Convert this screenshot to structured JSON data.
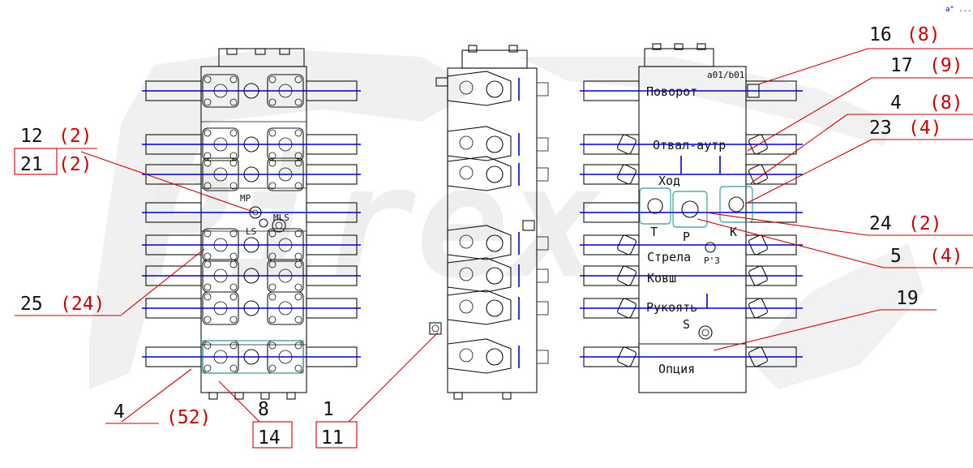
{
  "watermark": {
    "text": "Pirex"
  },
  "corner_mark": "a° ...",
  "left_view": {
    "labels": [
      "MP",
      "LS",
      "MLS"
    ],
    "callouts": [
      {
        "num": "12",
        "qty": "(2)"
      },
      {
        "num": "21",
        "qty": "(2)"
      },
      {
        "num": "25",
        "qty": "(24)"
      },
      {
        "num": "4",
        "qty": "(52)"
      },
      {
        "num": "8",
        "qty": ""
      },
      {
        "num": "14",
        "qty": ""
      }
    ]
  },
  "middle_view": {
    "callouts": [
      {
        "num": "1",
        "qty": ""
      },
      {
        "num": "11",
        "qty": ""
      }
    ]
  },
  "right_view": {
    "section_labels": [
      "Поворот",
      "Отвал-аутр",
      "Ход",
      "Стрела",
      "Ковш",
      "Рукоять",
      "Опция"
    ],
    "port_labels": [
      "T",
      "P",
      "K",
      "P'3",
      "S"
    ],
    "code": "a01/b01",
    "callouts": [
      {
        "num": "16",
        "qty": "(8)"
      },
      {
        "num": "17",
        "qty": "(9)"
      },
      {
        "num": "4",
        "qty": "(8)"
      },
      {
        "num": "23",
        "qty": "(4)"
      },
      {
        "num": "24",
        "qty": "(2)"
      },
      {
        "num": "5",
        "qty": "(4)"
      },
      {
        "num": "19",
        "qty": ""
      }
    ]
  },
  "colors": {
    "lines": "#111111",
    "flow": "#0000cc",
    "leader": "#cc0000",
    "accent": "#007f7f"
  }
}
